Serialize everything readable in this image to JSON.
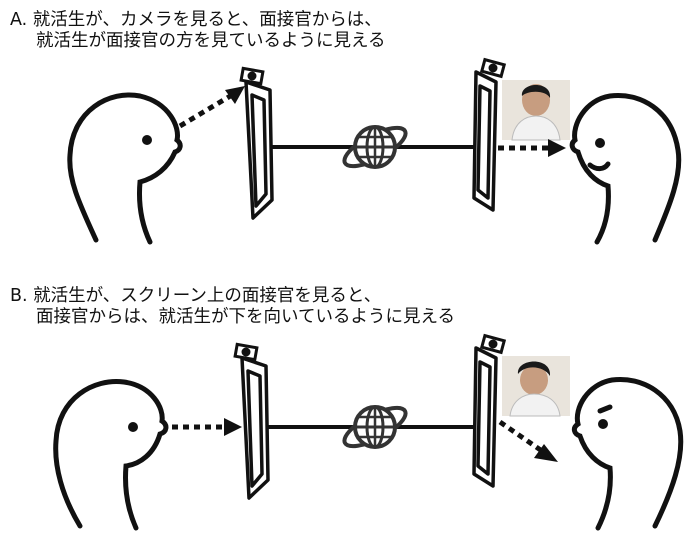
{
  "section_a": {
    "line1": "A. 就活生が、カメラを見ると、面接官からは、",
    "line2": "就活生が面接官の方を見ているように見える"
  },
  "section_b": {
    "line1": "B. 就活生が、スクリーン上の面接官を見ると、",
    "line2": "面接官からは、就活生が下を向いているように見える"
  },
  "icons": [
    "person-icon",
    "camera-icon",
    "monitor-icon",
    "globe-icon",
    "interviewer-photo"
  ],
  "colors": {
    "ink": "#111111",
    "photo_bg": "#e9e4dc"
  }
}
